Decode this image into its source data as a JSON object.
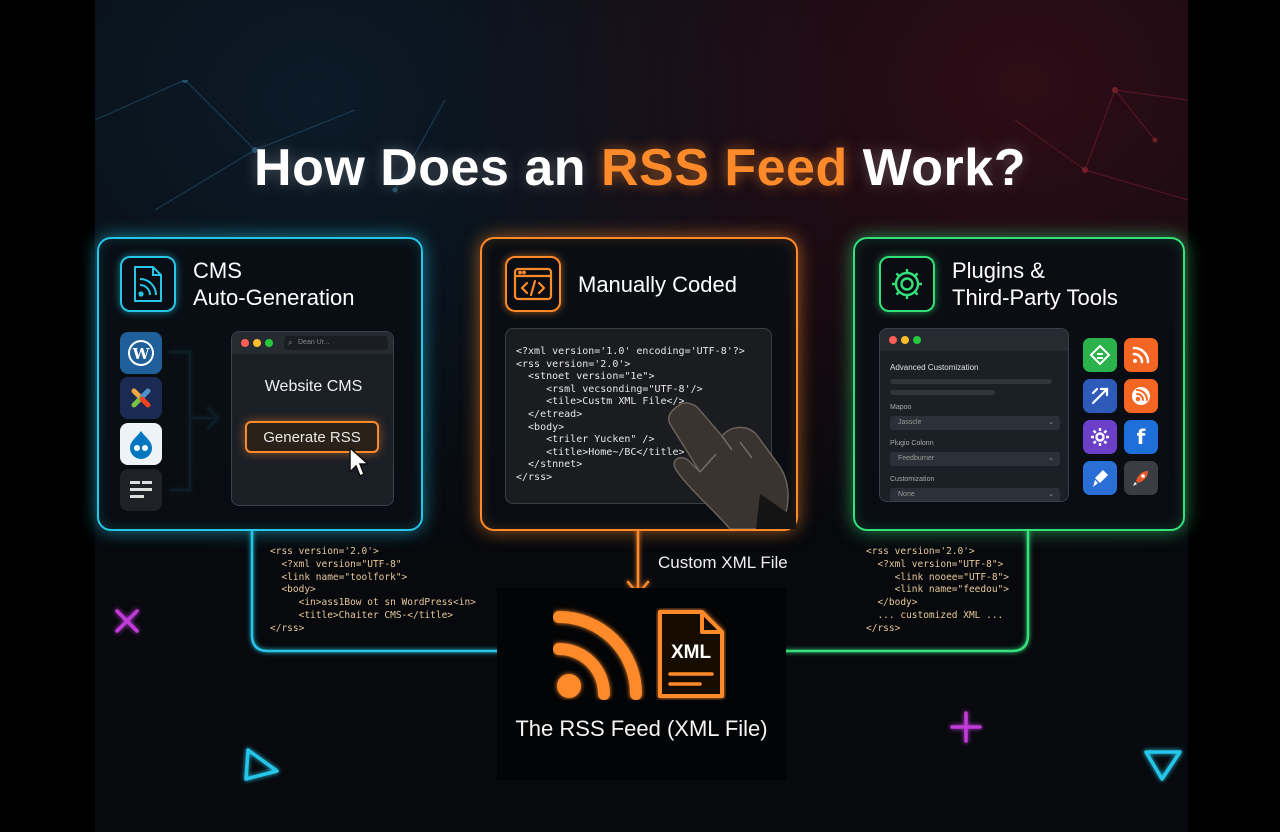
{
  "title": {
    "prefix": "How Does an ",
    "highlight": "RSS Feed",
    "suffix": " Work?"
  },
  "colors": {
    "cyan": "#27c6e8",
    "orange": "#ff8a2a",
    "green": "#35e07a",
    "magenta": "#c03ad8"
  },
  "cms": {
    "heading_line1": "CMS",
    "heading_line2": "Auto-Generation",
    "icon": "rss-document-icon",
    "logos": [
      "wordpress-logo",
      "joomla-logo",
      "drupal-logo",
      "generic-cms-logo"
    ],
    "window": {
      "search_placeholder": "Dean Ur...",
      "title": "Website CMS",
      "button": "Generate RSS"
    }
  },
  "manual": {
    "heading": "Manually Coded",
    "icon": "code-window-icon",
    "code": [
      "<?xml version='1.0' encoding='UTF-8'?>",
      "<rss version='2.0'>",
      "  <stnoet version=\"1e\">",
      "     <rsml vecsonding=\"UTF-8'/>",
      "     <tile>Custm XML File</>",
      "  </etread>",
      "  <body>",
      "     <triler Yucken\" />",
      "     <title>Home~/BC</title>",
      "  </stnnet>",
      "</rss>"
    ]
  },
  "plugins": {
    "heading_line1": "Plugins &",
    "heading_line2": "Third-Party Tools",
    "icon": "gear-icon",
    "panel": {
      "title": "Advanced Customization",
      "fields": [
        {
          "label": "Mapoo",
          "value": "Jasscle"
        },
        {
          "label": "Plugio Colonn",
          "value": "Feedburner"
        },
        {
          "label": "Customization",
          "value": "None"
        }
      ]
    },
    "tool_icons": [
      "feedly-icon",
      "rss-icon",
      "wrench-arrow-icon",
      "rss-bubble-icon",
      "gear-plugin-icon",
      "f-letter-icon",
      "brush-icon",
      "rocket-icon"
    ]
  },
  "left_code": [
    "<rss version='2.0'>",
    "  <?xml version=\"UTF-8\"",
    "  <link name=\"toolfork\">",
    "  <body>",
    "     <in>ass1Bow ot sn WordPress<in>",
    "     <title>Chaiter CMS-</title>",
    "</rss>"
  ],
  "right_code": [
    "<rss version='2.0'>",
    "  <?xml version=\"UTF-8\">",
    "     <link nooee=\"UTF-8\">",
    "     <link name=\"feedou\">",
    "  </body>",
    "  ... customized XML ...",
    "</rss>"
  ],
  "flow": {
    "custom_label": "Custom XML File",
    "xml_badge": "XML",
    "result_label": "The RSS Feed (XML File)"
  }
}
